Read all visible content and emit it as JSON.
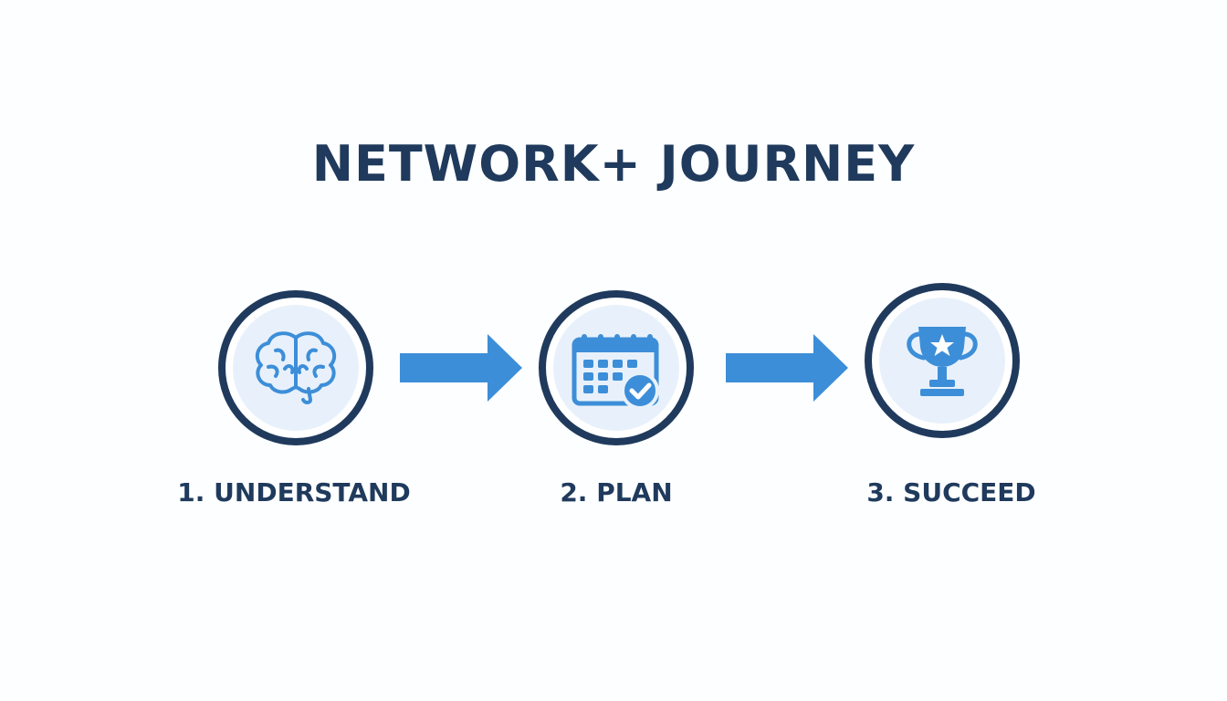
{
  "title": "NETWORK+ JOURNEY",
  "steps": [
    {
      "label": "1. UNDERSTAND",
      "icon": "brain-icon"
    },
    {
      "label": "2. PLAN",
      "icon": "calendar-check-icon"
    },
    {
      "label": "3. SUCCEED",
      "icon": "trophy-icon"
    }
  ],
  "colors": {
    "dark": "#1f3a5c",
    "accent": "#3d8ed8",
    "icon_bg": "#e8f1fb"
  }
}
